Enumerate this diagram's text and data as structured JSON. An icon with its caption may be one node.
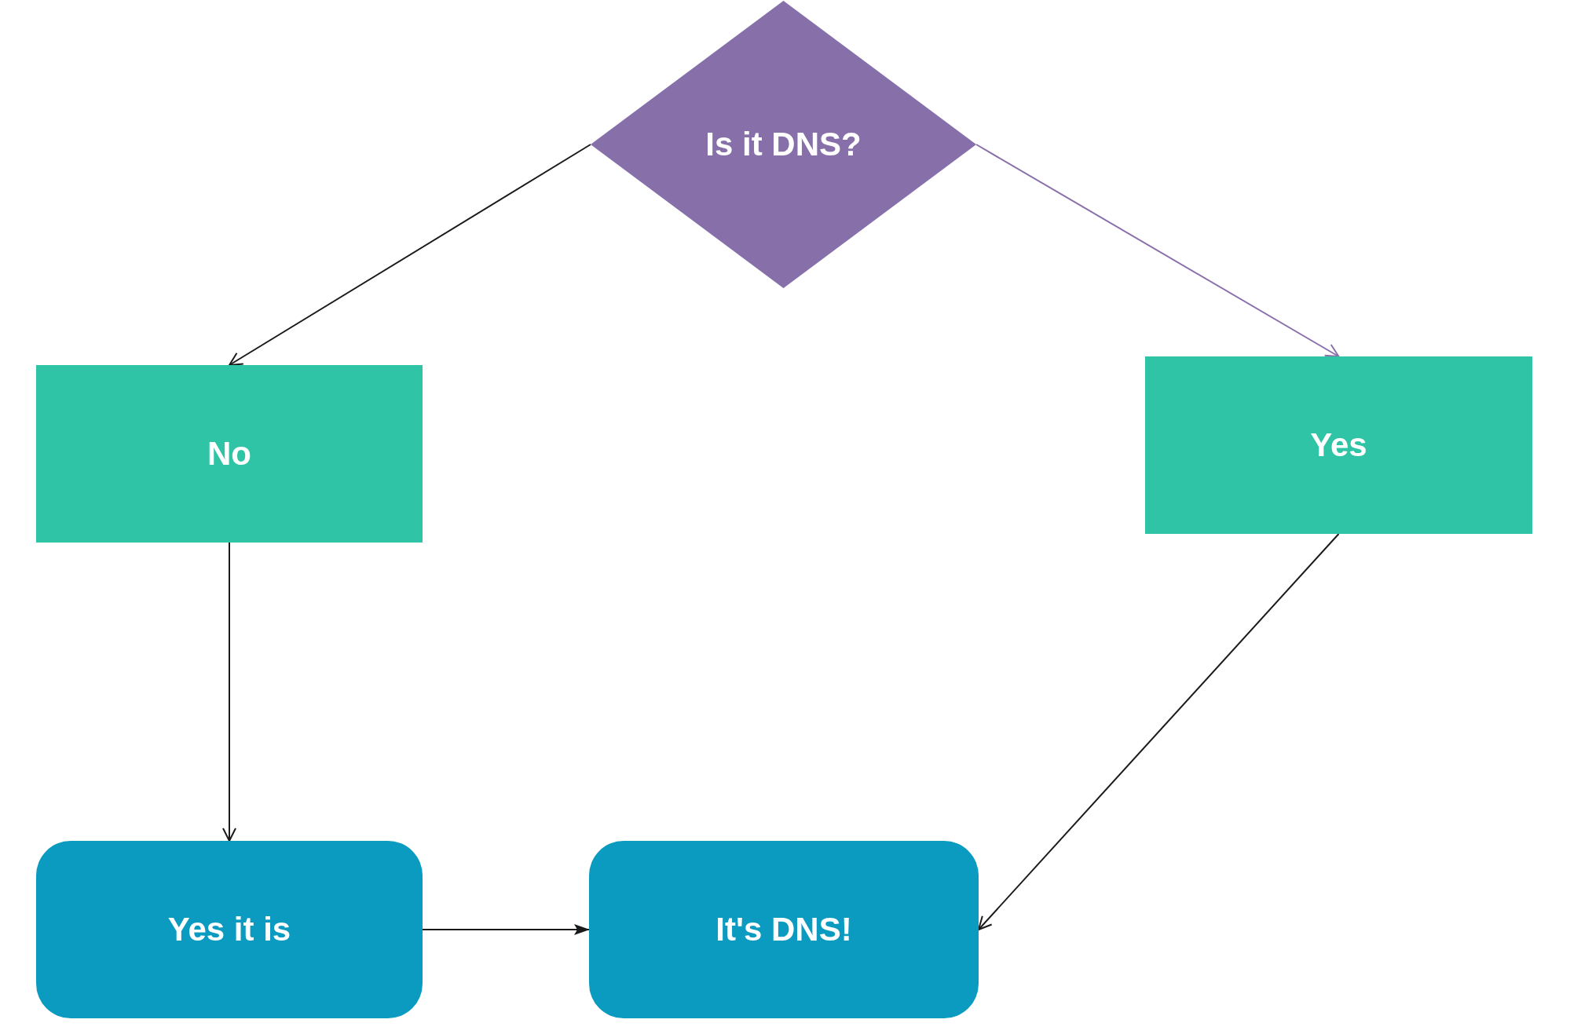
{
  "diagram": {
    "nodes": [
      {
        "text": [
          "Is it DNS?"
        ]
      },
      {
        "text": [
          "No"
        ]
      },
      {
        "text": [
          "Yes"
        ]
      },
      {
        "text": [
          "Yes it is"
        ]
      },
      {
        "text": [
          "It's DNS!"
        ]
      }
    ],
    "edges": [
      {
        "from": 0,
        "to": 1,
        "arrow": "to"
      },
      {
        "from": 0,
        "to": 2,
        "arrow": "to",
        "color": "#8a70aa"
      },
      {
        "from": 1,
        "to": 3,
        "arrow": "to"
      },
      {
        "from": 3,
        "to": 4,
        "arrow": "to"
      },
      {
        "from": 2,
        "to": 4,
        "arrow": "to"
      }
    ]
  }
}
